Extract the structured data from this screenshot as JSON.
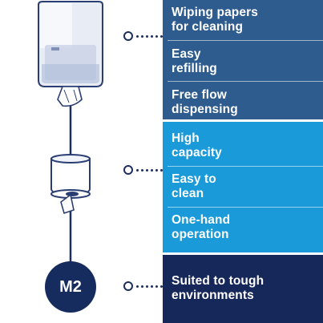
{
  "panels": {
    "top": {
      "color": "#2e5c8f",
      "items": [
        "Wiping papers\nfor cleaning",
        "Easy\nrefilling",
        "Free flow\ndispensing"
      ]
    },
    "middle": {
      "color": "#1a9ad9",
      "items": [
        "High\ncapacity",
        "Easy to\nclean",
        "One-hand\noperation"
      ]
    },
    "bottom": {
      "color": "#16275a",
      "items": [
        "Suited to tough\nenvironments"
      ]
    }
  },
  "badge": {
    "label": "M2",
    "color": "#172c5e"
  },
  "icons": [
    "dispenser-icon",
    "paper-roll-icon"
  ]
}
